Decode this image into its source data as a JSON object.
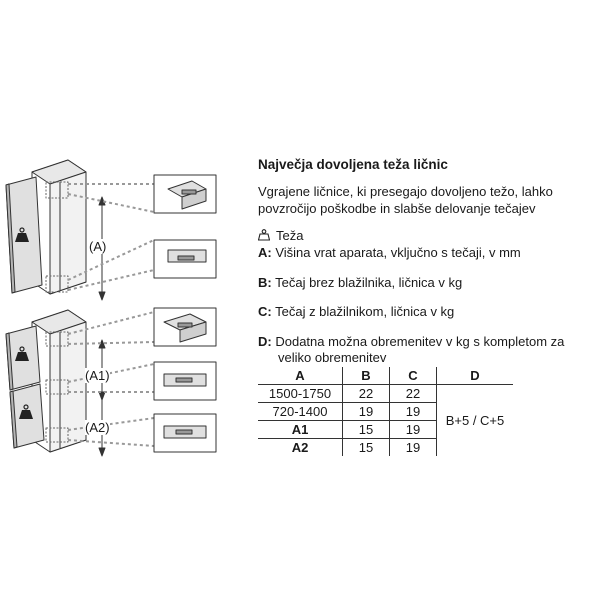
{
  "heading": "Največja dovoljena teža ličnic",
  "intro_line1": "Vgrajene ličnice, ki presegajo dovoljeno težo, lahko",
  "intro_line2": "povzročijo poškodbe in slabše delovanje tečajev",
  "legend": {
    "weight_label": "Teža",
    "a_key": "A:",
    "a_text": "Višina vrat aparata, vključno s tečaji, v mm",
    "b_key": "B:",
    "b_text": "Tečaj brez blažilnika, ličnica v kg",
    "c_key": "C:",
    "c_text": "Tečaj z blažilnikom, ličnica v kg",
    "d_key": "D:",
    "d_text_line1": "Dodatna možna obremenitev v kg s kompletom za",
    "d_text_line2": "veliko obremenitev"
  },
  "table": {
    "headers": {
      "a": "A",
      "b": "B",
      "c": "C",
      "d": "D"
    },
    "rows": [
      {
        "a": "1500-1750",
        "b": "22",
        "c": "22"
      },
      {
        "a": "720-1400",
        "b": "19",
        "c": "19"
      },
      {
        "a": "A1",
        "b": "15",
        "c": "19"
      },
      {
        "a": "A2",
        "b": "15",
        "c": "19"
      }
    ],
    "d_value": "B+5 / C+5"
  },
  "drawing_labels": {
    "dim_a": "(A)",
    "dim_a1": "(A1)",
    "dim_a2": "(A2)"
  },
  "icons": {
    "weight": "weight-icon"
  }
}
